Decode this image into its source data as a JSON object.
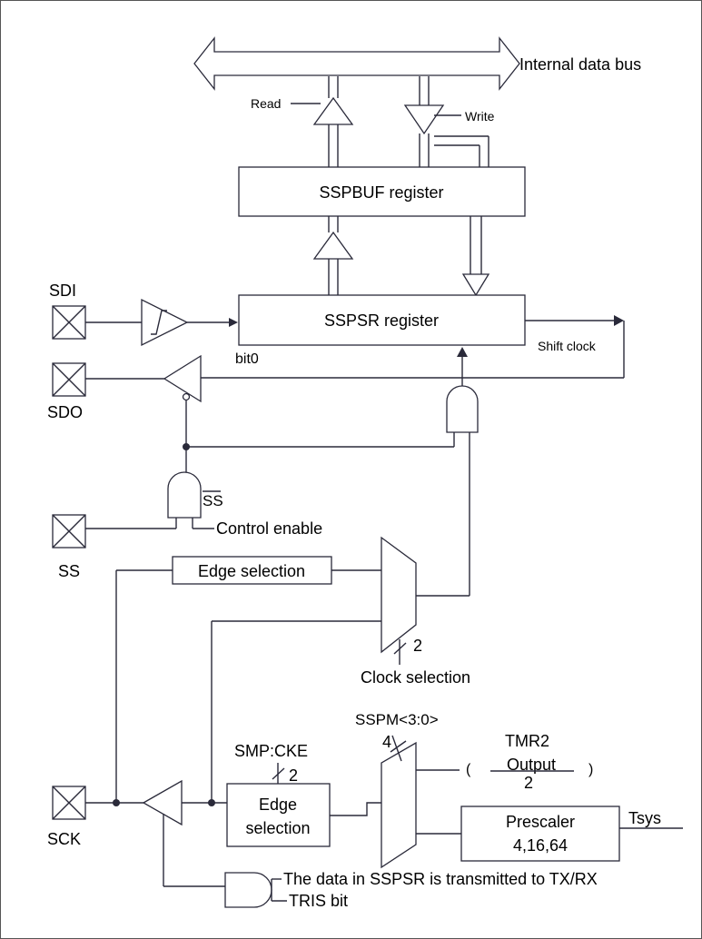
{
  "bus": {
    "label": "Internal data bus",
    "read": "Read",
    "write": "Write"
  },
  "registers": {
    "sspbuf": "SSPBUF register",
    "sspsr": "SSPSR register"
  },
  "pins": {
    "sdi": "SDI",
    "sdo": "SDO",
    "ss": "SS",
    "sck": "SCK"
  },
  "labels": {
    "bit0": "bit0",
    "shift_clock": "Shift clock",
    "ss_bar": "SS",
    "control_enable": "Control enable",
    "edge_selection": "Edge selection",
    "clock_selection": "Clock selection",
    "clock_sel_width": "2",
    "smp_cke": "SMP:CKE",
    "smp_cke_width": "2",
    "edge_sel_line1": "Edge",
    "edge_sel_line2": "selection",
    "sspm": "SSPM<3:0>",
    "sspm_width": "4",
    "tmr2": "TMR2",
    "tmr2_output": "Output",
    "tmr2_div": "2",
    "paren_open": "(",
    "paren_close": ")",
    "prescaler": "Prescaler",
    "prescaler_values": "4,16,64",
    "tsys": "Tsys",
    "tx_rx_note": "The data in SSPSR is transmitted to TX/RX",
    "tris": "TRIS bit"
  },
  "colors": {
    "line": "#2a2a3a",
    "background": "#ffffff"
  }
}
